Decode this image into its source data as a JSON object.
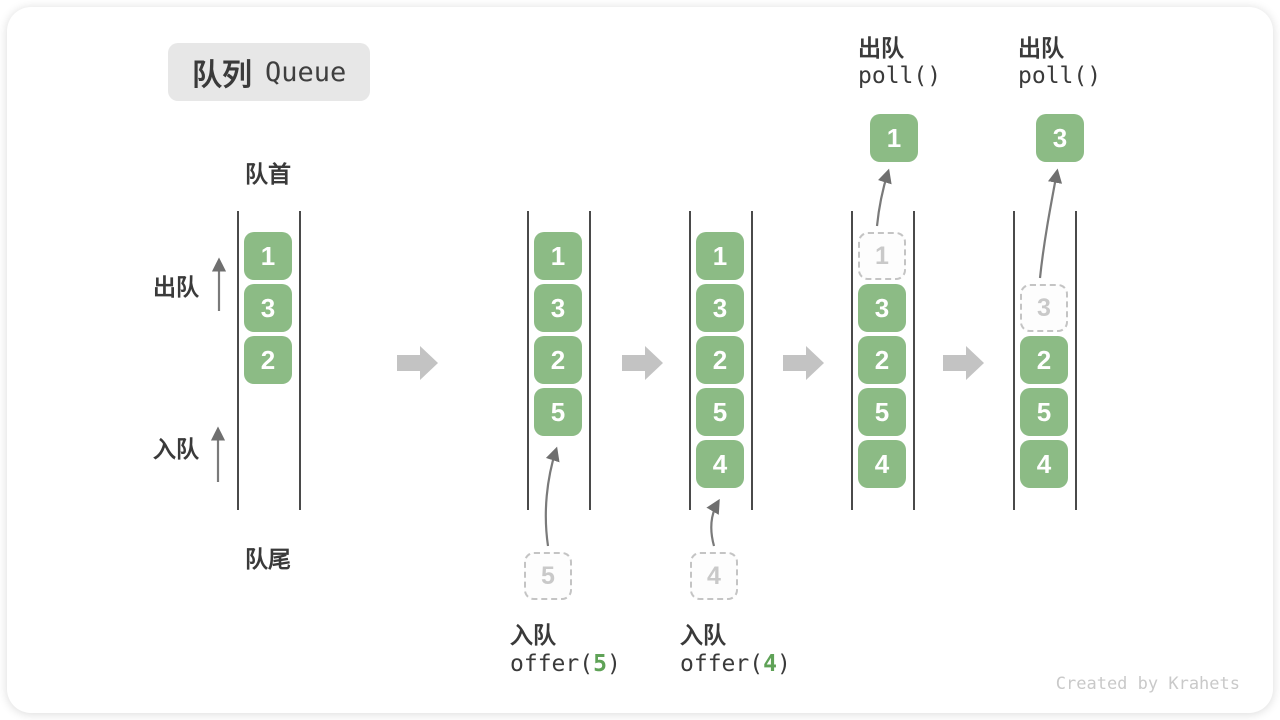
{
  "title": {
    "zh": "队列",
    "en": "Queue"
  },
  "side_labels": {
    "front": "队首",
    "rear": "队尾",
    "dequeue": "出队",
    "enqueue": "入队"
  },
  "credit": "Created by Krahets",
  "colors": {
    "cell_green": "#8cbb85",
    "code_green": "#5fa257",
    "block_arrow_grey": "#c3c3c3",
    "thin_arrow_grey": "#7a7a7a",
    "ghost_grey": "#c9c9c9",
    "badge_bg": "#e7e7e7",
    "text_dark": "#3a3a3a",
    "credit_grey": "#c9c9c9"
  },
  "diagram": {
    "states": [
      {
        "cells": [
          {
            "slot": 0,
            "value": "1",
            "type": "filled"
          },
          {
            "slot": 1,
            "value": "3",
            "type": "filled"
          },
          {
            "slot": 2,
            "value": "2",
            "type": "filled"
          }
        ]
      },
      {
        "cells": [
          {
            "slot": 0,
            "value": "1",
            "type": "filled"
          },
          {
            "slot": 1,
            "value": "3",
            "type": "filled"
          },
          {
            "slot": 2,
            "value": "2",
            "type": "filled"
          },
          {
            "slot": 3,
            "value": "5",
            "type": "filled"
          }
        ],
        "enqueue": {
          "value": "5",
          "label": "入队",
          "code_prefix": "offer(",
          "code_arg": "5",
          "code_suffix": ")"
        }
      },
      {
        "cells": [
          {
            "slot": 0,
            "value": "1",
            "type": "filled"
          },
          {
            "slot": 1,
            "value": "3",
            "type": "filled"
          },
          {
            "slot": 2,
            "value": "2",
            "type": "filled"
          },
          {
            "slot": 3,
            "value": "5",
            "type": "filled"
          },
          {
            "slot": 4,
            "value": "4",
            "type": "filled"
          }
        ],
        "enqueue": {
          "value": "4",
          "label": "入队",
          "code_prefix": "offer(",
          "code_arg": "4",
          "code_suffix": ")"
        }
      },
      {
        "cells": [
          {
            "slot": 0,
            "value": "1",
            "type": "ghost"
          },
          {
            "slot": 1,
            "value": "3",
            "type": "filled"
          },
          {
            "slot": 2,
            "value": "2",
            "type": "filled"
          },
          {
            "slot": 3,
            "value": "5",
            "type": "filled"
          },
          {
            "slot": 4,
            "value": "4",
            "type": "filled"
          }
        ],
        "dequeue": {
          "value": "1",
          "label": "出队",
          "code": "poll()",
          "from_slot": 0
        }
      },
      {
        "cells": [
          {
            "slot": 1,
            "value": "3",
            "type": "ghost"
          },
          {
            "slot": 2,
            "value": "2",
            "type": "filled"
          },
          {
            "slot": 3,
            "value": "5",
            "type": "filled"
          },
          {
            "slot": 4,
            "value": "4",
            "type": "filled"
          }
        ],
        "dequeue": {
          "value": "3",
          "label": "出队",
          "code": "poll()",
          "from_slot": 1
        }
      }
    ]
  }
}
